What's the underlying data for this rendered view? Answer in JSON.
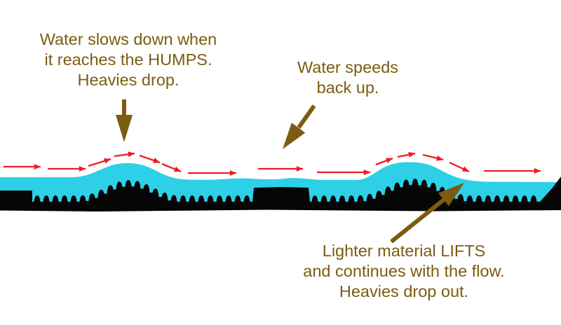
{
  "colors": {
    "background": "#ffffff",
    "water": "#2ed0e8",
    "base": "#060606",
    "flow_arrow": "#ee1b24",
    "annotation": "#7b5c10"
  },
  "annotations": {
    "slow_down": {
      "lines": [
        "Water slows down when",
        "it reaches the HUMPS.",
        "Heavies drop."
      ]
    },
    "speed_up": {
      "lines": [
        "Water speeds",
        "back up."
      ]
    },
    "lifts": {
      "lines": [
        "Lighter material LIFTS",
        "and continues with the flow.",
        "Heavies drop out."
      ]
    }
  }
}
